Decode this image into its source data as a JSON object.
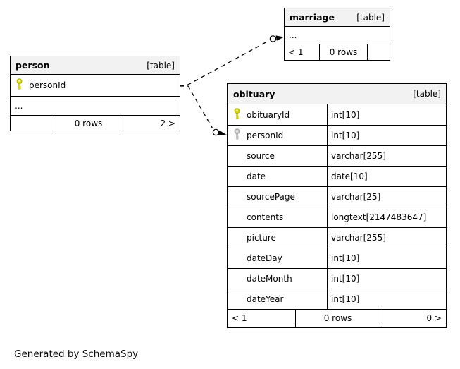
{
  "page": {
    "credit": "Generated by SchemaSpy"
  },
  "colors": {
    "header_bg": "#f2f2f2",
    "border": "#000000",
    "primary_key": "#d8d800",
    "foreign_key": "#c9c9c9",
    "relationship_line": "#000000"
  },
  "tables": [
    {
      "id": "marriage",
      "name": "marriage",
      "badge": "[table]",
      "rows": [
        {
          "name": "...",
          "ellipsis": true
        }
      ],
      "footer": {
        "left": "< 1",
        "center": "0 rows",
        "right": ""
      }
    },
    {
      "id": "person",
      "name": "person",
      "badge": "[table]",
      "rows": [
        {
          "name": "personId",
          "key": "pk"
        },
        {
          "name": "...",
          "ellipsis": true
        }
      ],
      "footer": {
        "left": "",
        "center": "0 rows",
        "right": "2 >"
      }
    },
    {
      "id": "obituary",
      "name": "obituary",
      "badge": "[table]",
      "rows": [
        {
          "name": "obituaryId",
          "type": "int[10]",
          "key": "pk"
        },
        {
          "name": "personId",
          "type": "int[10]",
          "key": "fk"
        },
        {
          "name": "source",
          "type": "varchar[255]"
        },
        {
          "name": "date",
          "type": "date[10]"
        },
        {
          "name": "sourcePage",
          "type": "varchar[25]"
        },
        {
          "name": "contents",
          "type": "longtext[2147483647]"
        },
        {
          "name": "picture",
          "type": "varchar[255]"
        },
        {
          "name": "dateDay",
          "type": "int[10]"
        },
        {
          "name": "dateMonth",
          "type": "int[10]"
        },
        {
          "name": "dateYear",
          "type": "int[10]"
        }
      ],
      "footer": {
        "left": "< 1",
        "center": "0 rows",
        "right": "0 >"
      }
    }
  ],
  "relationships": [
    {
      "from": "person.personId",
      "to": "marriage",
      "style": "dashed-zero-or-many"
    },
    {
      "from": "person.personId",
      "to": "obituary.personId",
      "style": "dashed-zero-or-many"
    }
  ]
}
